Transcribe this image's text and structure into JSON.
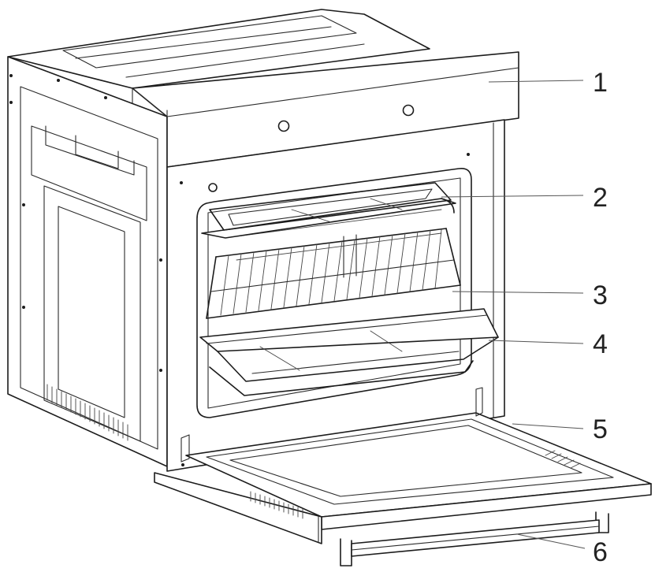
{
  "callouts": [
    {
      "id": "c1",
      "label": "1"
    },
    {
      "id": "c2",
      "label": "2"
    },
    {
      "id": "c3",
      "label": "3"
    },
    {
      "id": "c4",
      "label": "4"
    },
    {
      "id": "c5",
      "label": "5"
    },
    {
      "id": "c6",
      "label": "6"
    }
  ],
  "colors": {
    "line": "#1c1c1c",
    "background": "#ffffff"
  }
}
